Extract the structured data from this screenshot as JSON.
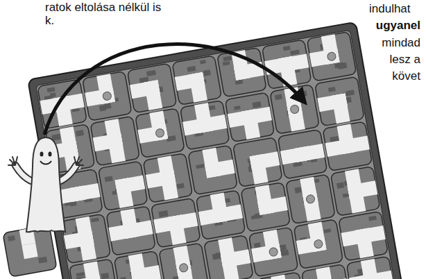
{
  "diagram": {
    "labels": [
      "ratok eltolása nélkül is",
      "k.",
      "indulhat",
      "ugyanel",
      "mindad",
      "lesz a",
      "követ"
    ]
  }
}
